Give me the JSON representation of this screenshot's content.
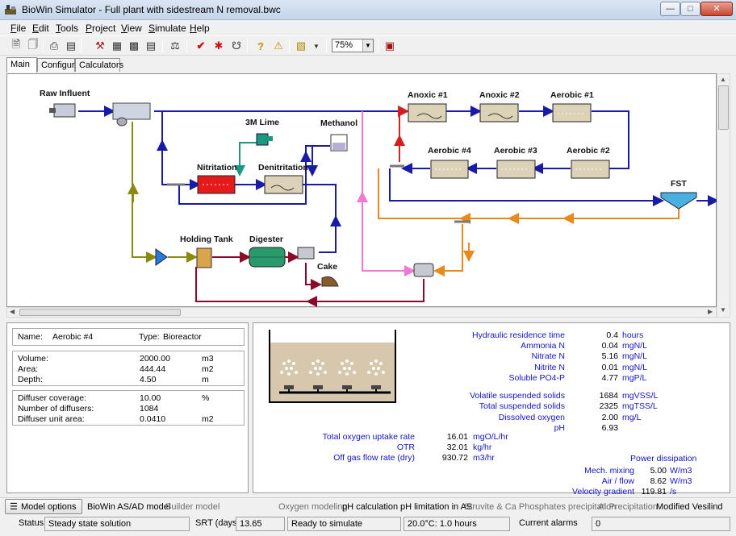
{
  "window": {
    "title": "BioWin Simulator - Full plant with sidestream N removal.bwc"
  },
  "menu": [
    "File",
    "Edit",
    "Tools",
    "Project",
    "View",
    "Simulate",
    "Help"
  ],
  "toolbar": {
    "zoom": "75%"
  },
  "tabs": [
    "Main",
    "Configure",
    "Calculators"
  ],
  "diagram": {
    "labels": {
      "raw_influent": "Raw Influent",
      "lime": "3M Lime",
      "methanol": "Methanol",
      "nitritation": "Nitritation",
      "denitritation": "Denitritation",
      "holding_tank": "Holding Tank",
      "digester": "Digester",
      "cake": "Cake",
      "anoxic1": "Anoxic #1",
      "anoxic2": "Anoxic #2",
      "aerobic1": "Aerobic #1",
      "aerobic4": "Aerobic #4",
      "aerobic3": "Aerobic #3",
      "aerobic2": "Aerobic #2",
      "fst": "FST"
    },
    "colors": {
      "main_flow": "#1a1aa8",
      "sludge": "#8b0a2a",
      "return": "#e88a1a",
      "methanol_line": "#f07ad2",
      "lime_line": "#1a9a7a",
      "waste_line": "#8a8a10",
      "nitrate_recycle": "#d42020"
    }
  },
  "element": {
    "name_label": "Name:",
    "name": "Aerobic #4",
    "type_label": "Type:",
    "type": "Bioreactor",
    "dims": [
      {
        "label": "Volume:",
        "value": "2000.00",
        "unit": "m3"
      },
      {
        "label": "Area:",
        "value": "444.44",
        "unit": "m2"
      },
      {
        "label": "Depth:",
        "value": "4.50",
        "unit": "m"
      }
    ],
    "diffusers": [
      {
        "label": "Diffuser coverage:",
        "value": "10.00",
        "unit": "%"
      },
      {
        "label": "Number of diffusers:",
        "value": "1084",
        "unit": ""
      },
      {
        "label": "Diffuser unit area:",
        "value": "0.0410",
        "unit": "m2"
      }
    ]
  },
  "results": {
    "group1": [
      {
        "label": "Hydraulic residence time",
        "value": "0.4",
        "unit": "hours"
      },
      {
        "label": "Ammonia N",
        "value": "0.04",
        "unit": "mgN/L"
      },
      {
        "label": "Nitrate N",
        "value": "5.16",
        "unit": "mgN/L"
      },
      {
        "label": "Nitrite N",
        "value": "0.01",
        "unit": "mgN/L"
      },
      {
        "label": "Soluble PO4-P",
        "value": "4.77",
        "unit": "mgP/L"
      }
    ],
    "group2": [
      {
        "label": "Volatile suspended solids",
        "value": "1684",
        "unit": "mgVSS/L"
      },
      {
        "label": "Total suspended solids",
        "value": "2325",
        "unit": "mgTSS/L"
      },
      {
        "label": "Dissolved oxygen",
        "value": "2.00",
        "unit": "mg/L"
      },
      {
        "label": "pH",
        "value": "6.93",
        "unit": ""
      }
    ],
    "group3": [
      {
        "label": "Total oxygen uptake rate",
        "value": "16.01",
        "unit": "mgO/L/hr"
      },
      {
        "label": "OTR",
        "value": "32.01",
        "unit": "kg/hr"
      },
      {
        "label": "Off gas flow rate (dry)",
        "value": "930.72",
        "unit": "m3/hr"
      }
    ],
    "power_title": "Power dissipation",
    "power": [
      {
        "label": "Mech. mixing",
        "value": "5.00",
        "unit": "W/m3"
      },
      {
        "label": "Air / flow",
        "value": "8.62",
        "unit": "W/m3"
      },
      {
        "label": "Velocity gradient",
        "value": "119.81",
        "unit": "/s"
      }
    ]
  },
  "model_bar": {
    "model_options": "Model options ...",
    "items": [
      "BioWin AS/AD model",
      "Builder model",
      "Oxygen modeling",
      "pH calculation",
      "pH limitation in AS",
      "Struvite & Ca Phosphates precipitation",
      "AI Precipitation",
      "Modified Vesilind"
    ]
  },
  "status": {
    "status_label": "Status",
    "status_value": "Steady state solution",
    "srt_label": "SRT (days)",
    "srt_value": "13.65",
    "ready": "Ready to simulate",
    "temp": "20.0°C: 1.0 hours",
    "alarms_label": "Current alarms",
    "alarms_value": "0"
  }
}
